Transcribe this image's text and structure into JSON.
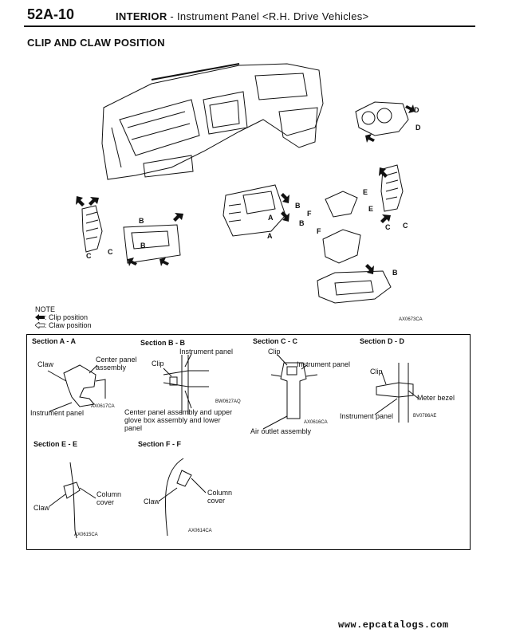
{
  "header": {
    "page_number": "52A-10",
    "chapter": "INTERIOR",
    "separator": " - ",
    "subtitle": "Instrument Panel <R.H. Drive Vehicles>"
  },
  "section_title": "CLIP AND CLAW POSITION",
  "overview": {
    "callouts": [
      "A",
      "A",
      "B",
      "B",
      "B",
      "B",
      "B",
      "C",
      "C",
      "C",
      "C",
      "D",
      "D",
      "E",
      "E",
      "F",
      "F"
    ],
    "figure_id": "AX0673CA"
  },
  "note": {
    "heading": "NOTE",
    "clip_legend": ": Clip position",
    "claw_legend": ": Claw position"
  },
  "sections": {
    "a": {
      "title": "Section A - A",
      "claw": "Claw",
      "center_panel_1": "Center panel",
      "center_panel_2": "assembly",
      "instrument_panel": "Instrument panel",
      "fig": "AX0617CA"
    },
    "b": {
      "title": "Section B - B",
      "instrument_panel": "Instrument panel",
      "clip": "Clip",
      "desc_1": "Center panel assembly and upper",
      "desc_2": "glove box assembly and lower",
      "desc_3": "panel",
      "fig": "BW0627AQ"
    },
    "c": {
      "title": "Section C - C",
      "clip": "Clip",
      "instrument_panel": "Instrument panel",
      "air_outlet": "Air outlet assembly",
      "fig": "AX0616CA"
    },
    "d": {
      "title": "Section D - D",
      "clip": "Clip",
      "meter_bezel": "Meter bezel",
      "instrument_panel": "Instrument panel",
      "fig": "BV0786AE"
    },
    "e": {
      "title": "Section E - E",
      "column_1": "Column",
      "column_2": "cover",
      "claw": "Claw",
      "fig": "AX0615CA"
    },
    "f": {
      "title": "Section F - F",
      "claw": "Claw",
      "column_1": "Column",
      "column_2": "cover",
      "fig": "AX0614CA"
    }
  },
  "footer": {
    "website": "www.epcatalogs.com"
  }
}
